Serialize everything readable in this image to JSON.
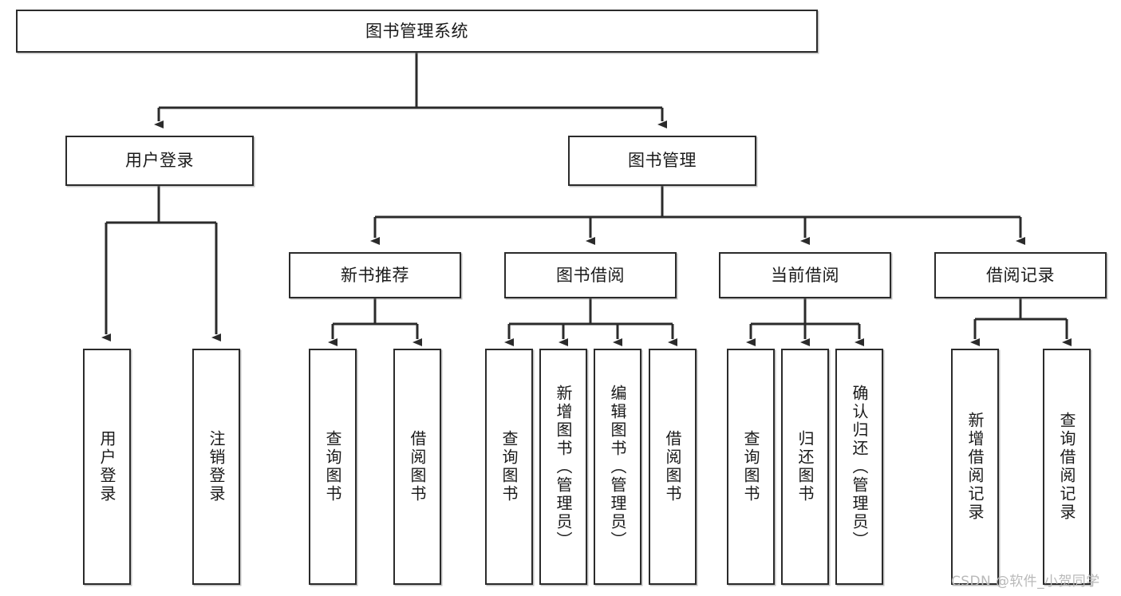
{
  "diagram": {
    "type": "tree",
    "title": "图书管理系统",
    "watermark": "CSDN @软件_小贺同学",
    "colors": {
      "stroke": "#2b2b2b",
      "fill": "#ffffff",
      "text": "#1a1a1a",
      "watermark": "#b9b9b9"
    },
    "levels": {
      "root": {
        "label": "图书管理系统"
      },
      "level2": [
        {
          "id": "user-login",
          "label": "用户登录"
        },
        {
          "id": "book-manage",
          "label": "图书管理"
        }
      ],
      "level3": [
        {
          "id": "new-book-rec",
          "label": "新书推荐"
        },
        {
          "id": "book-borrow",
          "label": "图书借阅"
        },
        {
          "id": "current-borrow",
          "label": "当前借阅"
        },
        {
          "id": "borrow-record",
          "label": "借阅记录"
        }
      ],
      "leaves": {
        "user-login": [
          {
            "id": "leaf-user-login",
            "label": "用户登录"
          },
          {
            "id": "leaf-logout",
            "label": "注销登录"
          }
        ],
        "new-book-rec": [
          {
            "id": "leaf-query-book-1",
            "label": "查询图书"
          },
          {
            "id": "leaf-borrow-book-1",
            "label": "借阅图书"
          }
        ],
        "book-borrow": [
          {
            "id": "leaf-query-book-2",
            "label": "查询图书"
          },
          {
            "id": "leaf-add-book",
            "label": "新增图书（管理员）"
          },
          {
            "id": "leaf-edit-book",
            "label": "编辑图书（管理员）"
          },
          {
            "id": "leaf-borrow-book-2",
            "label": "借阅图书"
          }
        ],
        "current-borrow": [
          {
            "id": "leaf-query-book-3",
            "label": "查询图书"
          },
          {
            "id": "leaf-return-book",
            "label": "归还图书"
          },
          {
            "id": "leaf-confirm-return",
            "label": "确认归还（管理员）"
          }
        ],
        "borrow-record": [
          {
            "id": "leaf-add-record",
            "label": "新增借阅记录"
          },
          {
            "id": "leaf-query-record",
            "label": "查询借阅记录"
          }
        ]
      }
    }
  }
}
